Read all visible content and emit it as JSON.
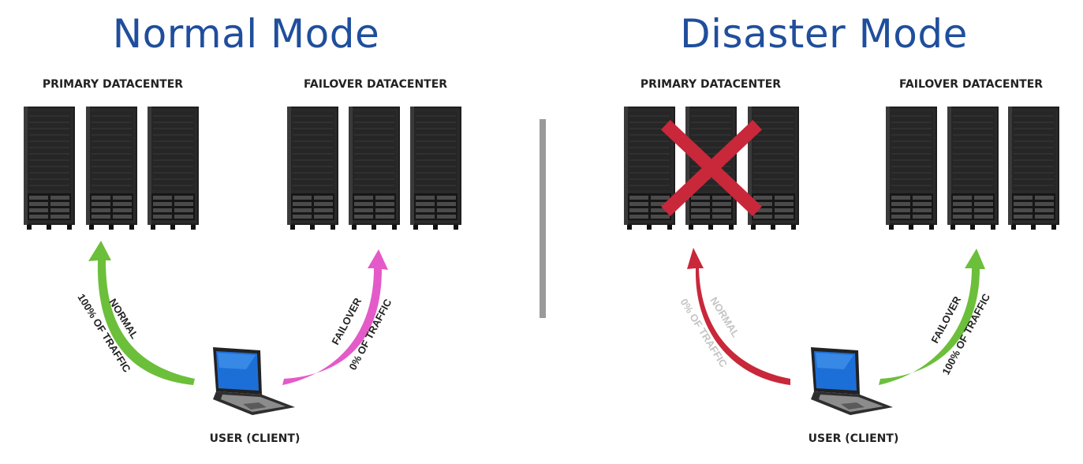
{
  "normal": {
    "title": "Normal Mode",
    "primary_label": "PRIMARY DATACENTER",
    "failover_label": "FAILOVER DATACENTER",
    "user_label": "USER (CLIENT)",
    "left_arrow_line1": "NORMAL",
    "left_arrow_line2": "100% OF TRAFFIC",
    "right_arrow_line1": "FAILOVER",
    "right_arrow_line2": "0% OF TRAFFIC",
    "left_arrow_color": "#6cbf3a",
    "right_arrow_color": "#e45ac9"
  },
  "disaster": {
    "title": "Disaster Mode",
    "primary_label": "PRIMARY DATACENTER",
    "failover_label": "FAILOVER DATACENTER",
    "user_label": "USER (CLIENT)",
    "left_arrow_line1": "NORMAL",
    "left_arrow_line2": "0% OF TRAFFIC",
    "right_arrow_line1": "FAILOVER",
    "right_arrow_line2": "100% OF TRAFFIC",
    "left_arrow_color": "#c8283a",
    "right_arrow_color": "#6cbf3a",
    "x_mark_color": "#c8283a"
  },
  "colors": {
    "title": "#1f4e9c",
    "divider": "#9a9a9a",
    "inactive_text": "#c4c4c4"
  },
  "icons": [
    "server-rack-icon",
    "laptop-icon",
    "failure-x-icon",
    "curved-arrow-icon"
  ]
}
